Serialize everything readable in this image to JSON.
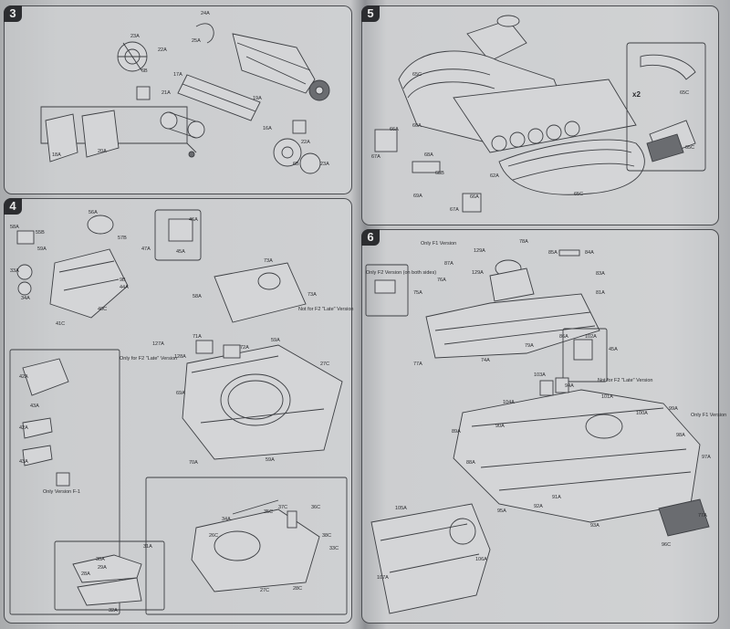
{
  "steps": [
    {
      "number": "3",
      "parts": [
        "24A",
        "25A",
        "23A",
        "22A",
        "6B",
        "17A",
        "21A",
        "19A",
        "20A",
        "18A",
        "16A",
        "22A",
        "6B",
        "23A"
      ]
    },
    {
      "number": "4",
      "parts": [
        "58A",
        "55B",
        "59A",
        "33A",
        "34A",
        "56A",
        "57B",
        "47A",
        "9B",
        "44A",
        "40C",
        "46A",
        "45A",
        "41C",
        "73A",
        "58A",
        "73A",
        "59A",
        "127A",
        "128A",
        "71A",
        "72A",
        "27C",
        "69A",
        "70A",
        "59A",
        "42A",
        "43A",
        "42A",
        "43A",
        "34A",
        "35C",
        "37C",
        "36C",
        "26C",
        "38C",
        "33C",
        "31A",
        "30A",
        "29A",
        "28A",
        "32A",
        "27C",
        "28C"
      ],
      "notes": {
        "only_f2": "Only for F2 \"Late\" Version",
        "not_f2": "Not for F2 \"Late\" Version",
        "only_f1": "Only Version F-1"
      }
    },
    {
      "number": "5",
      "parts": [
        "65C",
        "60A",
        "66A",
        "67A",
        "68A",
        "68B",
        "69A",
        "66A",
        "67A",
        "62A",
        "65C",
        "65C",
        "65C"
      ],
      "notes": {
        "times": "x2"
      }
    },
    {
      "number": "6",
      "parts": [
        "78A",
        "129A",
        "87A",
        "129A",
        "85A",
        "84A",
        "76A",
        "83A",
        "75A",
        "81A",
        "79A",
        "86A",
        "77A",
        "74A",
        "103A",
        "94A",
        "102A",
        "45A",
        "101A",
        "99A",
        "100A",
        "98A",
        "104A",
        "89A",
        "90A",
        "97A",
        "88A",
        "91A",
        "92A",
        "95A",
        "93A",
        "105A",
        "106A",
        "107A",
        "96C",
        "77A"
      ],
      "notes": {
        "only_f1": "Only F1 Version",
        "only_f2": "Only F2 Version (on both sides)",
        "not_f2": "Not for F2 \"Late\" Version",
        "only_f1b": "Only F1 Version"
      }
    }
  ],
  "colors": {
    "ink": "#3c3e42",
    "panel_border": "#4a4c50",
    "badge": "#2c2d30"
  }
}
